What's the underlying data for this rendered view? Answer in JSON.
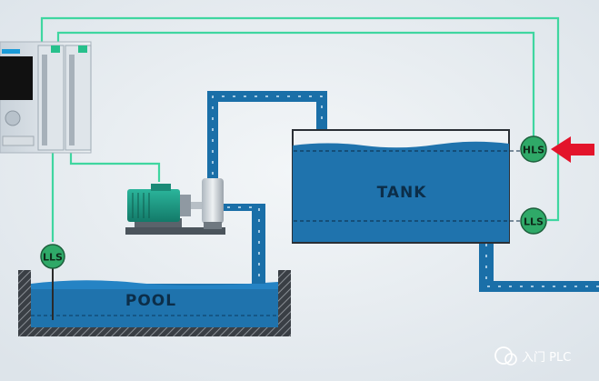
{
  "diagram": {
    "tank_label": "TANK",
    "pool_label": "POOL",
    "sensors": {
      "tank_high": "HLS",
      "tank_low": "LLS",
      "pool_low": "LLS"
    },
    "watermark": "入门 PLC",
    "colors": {
      "background": "#e9eef2",
      "water": "#1f73ad",
      "pipe": "#1a6fa8",
      "signal_wire": "#3fd6a0",
      "sensor_fill": "#2fa968",
      "arrow": "#e3142b",
      "motor": "#1e9b86"
    }
  }
}
